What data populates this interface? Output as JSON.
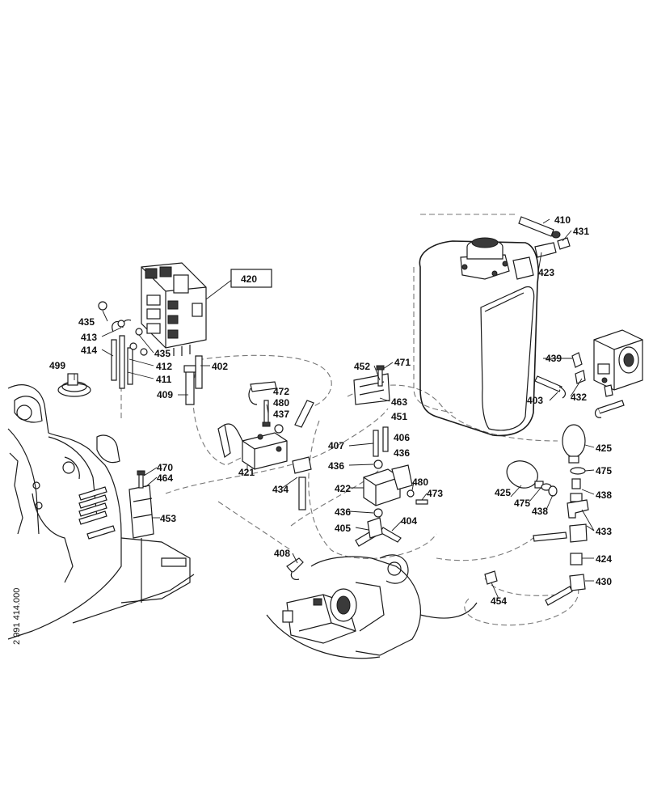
{
  "drawing_number": "2 991 414.000",
  "labels": [
    {
      "id": "l420",
      "text": "420"
    },
    {
      "id": "l410",
      "text": "410"
    },
    {
      "id": "l431",
      "text": "431"
    },
    {
      "id": "l423",
      "text": "423"
    },
    {
      "id": "l435a",
      "text": "435"
    },
    {
      "id": "l413",
      "text": "413"
    },
    {
      "id": "l435b",
      "text": "435"
    },
    {
      "id": "l414",
      "text": "414"
    },
    {
      "id": "l412",
      "text": "412"
    },
    {
      "id": "l411",
      "text": "411"
    },
    {
      "id": "l402",
      "text": "402"
    },
    {
      "id": "l409",
      "text": "409"
    },
    {
      "id": "l499",
      "text": "499"
    },
    {
      "id": "l452",
      "text": "452"
    },
    {
      "id": "l471",
      "text": "471"
    },
    {
      "id": "l463",
      "text": "463"
    },
    {
      "id": "l451",
      "text": "451"
    },
    {
      "id": "l472",
      "text": "472"
    },
    {
      "id": "l480a",
      "text": "480"
    },
    {
      "id": "l437",
      "text": "437"
    },
    {
      "id": "l407",
      "text": "407"
    },
    {
      "id": "l406",
      "text": "406"
    },
    {
      "id": "l436a",
      "text": "436"
    },
    {
      "id": "l436b",
      "text": "436"
    },
    {
      "id": "l421",
      "text": "421"
    },
    {
      "id": "l470",
      "text": "470"
    },
    {
      "id": "l464",
      "text": "464"
    },
    {
      "id": "l434",
      "text": "434"
    },
    {
      "id": "l422",
      "text": "422"
    },
    {
      "id": "l480b",
      "text": "480"
    },
    {
      "id": "l473",
      "text": "473"
    },
    {
      "id": "l453",
      "text": "453"
    },
    {
      "id": "l436c",
      "text": "436"
    },
    {
      "id": "l404",
      "text": "404"
    },
    {
      "id": "l405",
      "text": "405"
    },
    {
      "id": "l439",
      "text": "439"
    },
    {
      "id": "l403",
      "text": "403"
    },
    {
      "id": "l432",
      "text": "432"
    },
    {
      "id": "l425a",
      "text": "425"
    },
    {
      "id": "l475a",
      "text": "475"
    },
    {
      "id": "l438a",
      "text": "438"
    },
    {
      "id": "l425b",
      "text": "425"
    },
    {
      "id": "l475b",
      "text": "475"
    },
    {
      "id": "l438b",
      "text": "438"
    },
    {
      "id": "l433",
      "text": "433"
    },
    {
      "id": "l424",
      "text": "424"
    },
    {
      "id": "l430",
      "text": "430"
    },
    {
      "id": "l454",
      "text": "454"
    },
    {
      "id": "l408",
      "text": "408"
    }
  ]
}
